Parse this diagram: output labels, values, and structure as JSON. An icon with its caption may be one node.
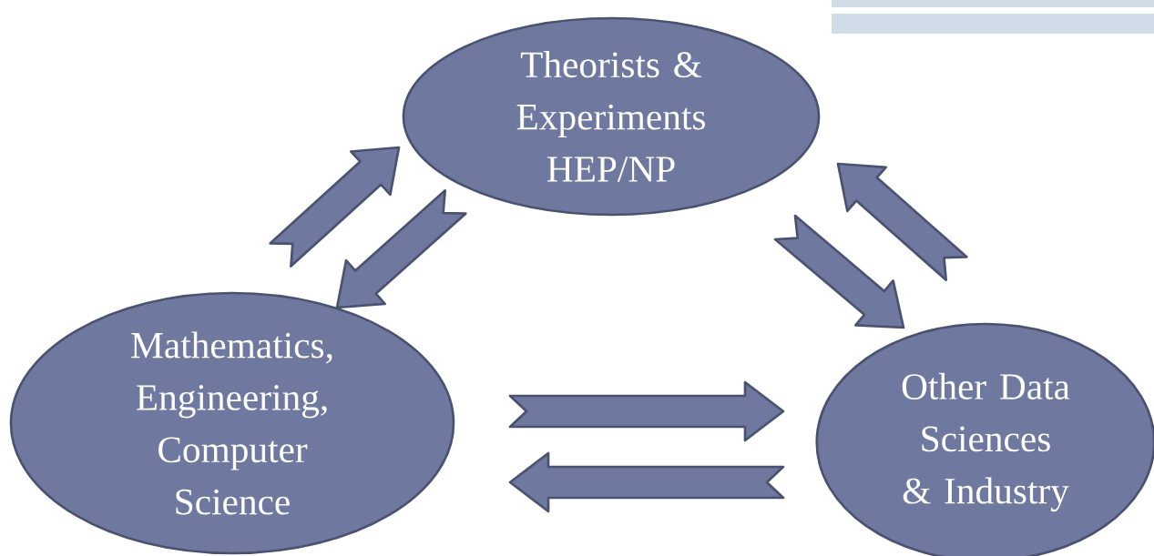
{
  "diagram": {
    "nodes": [
      {
        "text": [
          "Theorists & Experiments HEP/NP"
        ]
      },
      {
        "text": [
          "Mathematics, Engineering, Computer Science"
        ]
      },
      {
        "text": [
          "Other Data Sciences & Industry"
        ]
      }
    ],
    "edges": [
      {
        "from": 1,
        "to": 0,
        "arrow": "to"
      },
      {
        "from": 0,
        "to": 1,
        "arrow": "to"
      },
      {
        "from": 0,
        "to": 2,
        "arrow": "to"
      },
      {
        "from": 2,
        "to": 0,
        "arrow": "to"
      },
      {
        "from": 1,
        "to": 2,
        "arrow": "to"
      },
      {
        "from": 2,
        "to": 1,
        "arrow": "to"
      }
    ]
  }
}
